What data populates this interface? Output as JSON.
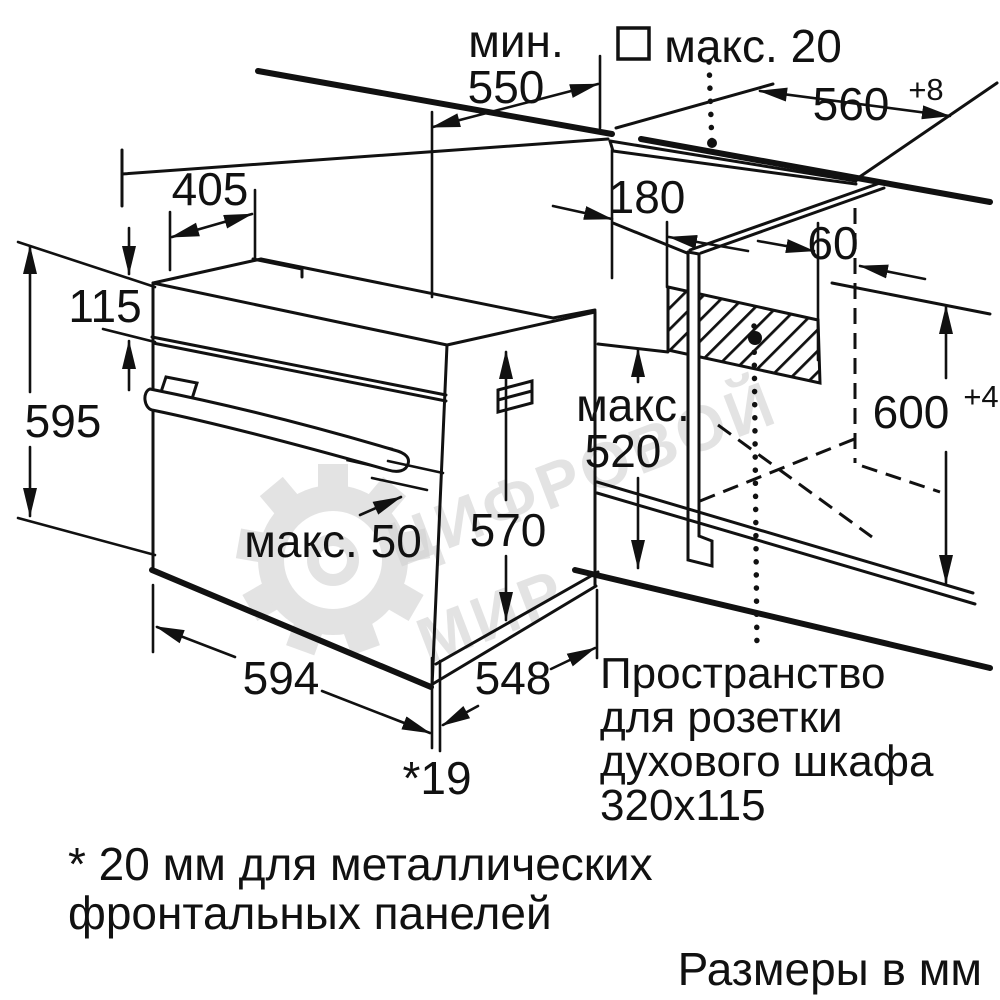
{
  "diagram_title": "Размеры в мм",
  "colors": {
    "line": "#111111",
    "watermark": "#d2d2d2",
    "background": "#ffffff"
  },
  "watermark": {
    "line1": "ЦИФРОВОЙ",
    "line2": "МИР",
    "icon": "gear-icon"
  },
  "dims": {
    "min550": {
      "prefix": "мин.",
      "value": "550"
    },
    "max20": {
      "label": "макс. 20",
      "symbol": "square-outline"
    },
    "w560": {
      "value": "560",
      "tol": "+8"
    },
    "d405": {
      "value": "405"
    },
    "d115": {
      "value": "115"
    },
    "d595": {
      "value": "595"
    },
    "d180": {
      "value": "180"
    },
    "d60": {
      "value": "60"
    },
    "h600": {
      "value": "600",
      "tol": "+4"
    },
    "max520": {
      "prefix": "макс.",
      "value": "520"
    },
    "d570": {
      "value": "570"
    },
    "max50": {
      "label": "макс. 50"
    },
    "d594": {
      "value": "594"
    },
    "d548": {
      "value": "548"
    },
    "d19": {
      "value": "*19"
    }
  },
  "socket_note": {
    "line1": "Пространство",
    "line2": "для розетки",
    "line3": "духового шкафа",
    "line4": "320x115"
  },
  "footnote": {
    "line1": "* 20 мм для металлических",
    "line2": "фронтальных панелей"
  }
}
